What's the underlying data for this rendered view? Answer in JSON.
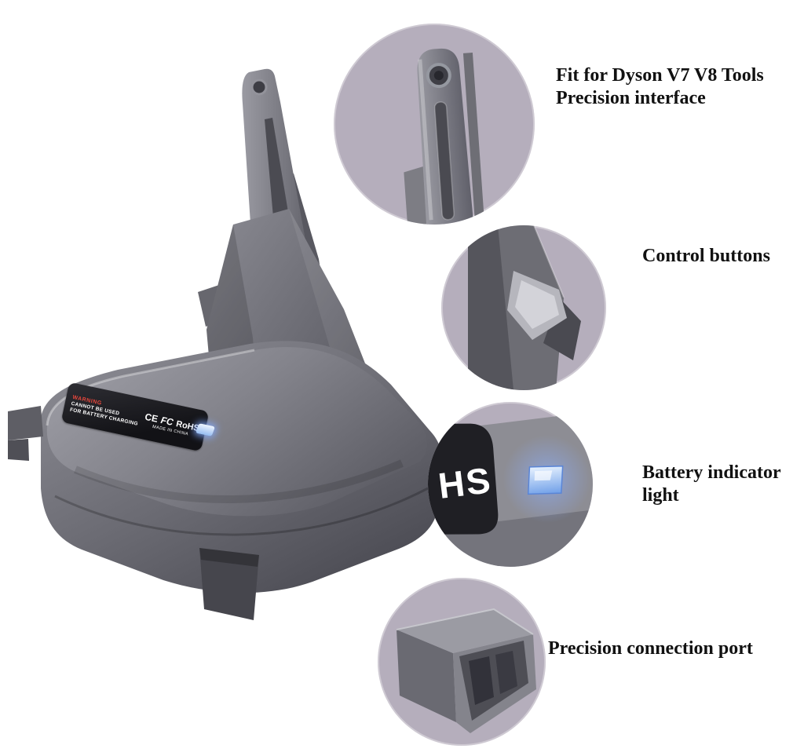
{
  "image": {
    "alt": "Battery adapter for Dyson V7 V8 with feature callouts",
    "background_color": "#ffffff",
    "callout_circle_color": "#b5aebc"
  },
  "callouts": [
    {
      "name": "precision-interface",
      "lines": [
        "Fit for Dyson V7 V8 Tools",
        "Precision interface"
      ]
    },
    {
      "name": "control-buttons",
      "lines": [
        "Control buttons"
      ]
    },
    {
      "name": "battery-indicator-light",
      "lines": [
        "Battery indicator",
        "light"
      ]
    },
    {
      "name": "precision-connection-port",
      "lines": [
        "Precision connection port"
      ]
    }
  ],
  "product_label": {
    "warning_line": "WARNING",
    "caution_line1": "CANNOT BE USED",
    "caution_line2": "FOR BATTERY CHARGING",
    "cert_ce": "CE",
    "cert_fcc": "FC",
    "cert_rohs": "RoHS",
    "made_in": "MADE IN CHINA"
  },
  "zoom_details": {
    "indicator_label_fragment": "HS"
  },
  "accent_colors": {
    "indicator_blue": "#7fb0f2",
    "warning_red": "#e8473c",
    "text_black": "#111111"
  }
}
